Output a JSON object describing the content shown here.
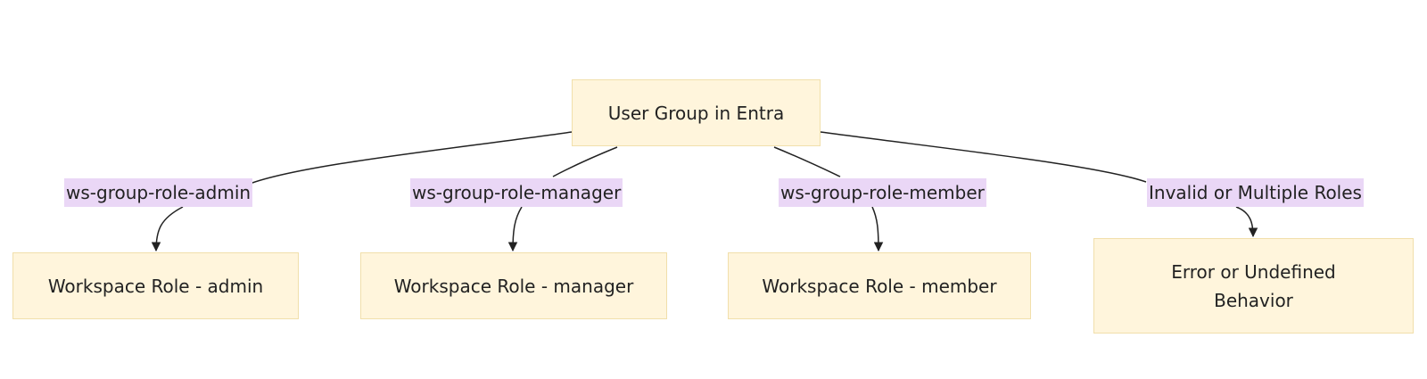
{
  "colors": {
    "node_fill": "#fff5dc",
    "node_border": "#f1dfab",
    "label_fill": "#ead7f6",
    "edge": "#222222"
  },
  "nodes": {
    "root": "User Group in Entra",
    "admin": "Workspace Role - admin",
    "manager": "Workspace Role - manager",
    "member": "Workspace Role - member",
    "error": "Error or Undefined Behavior"
  },
  "edges": {
    "admin": "ws-group-role-admin",
    "manager": "ws-group-role-manager",
    "member": "ws-group-role-member",
    "error": "Invalid or Multiple Roles"
  }
}
